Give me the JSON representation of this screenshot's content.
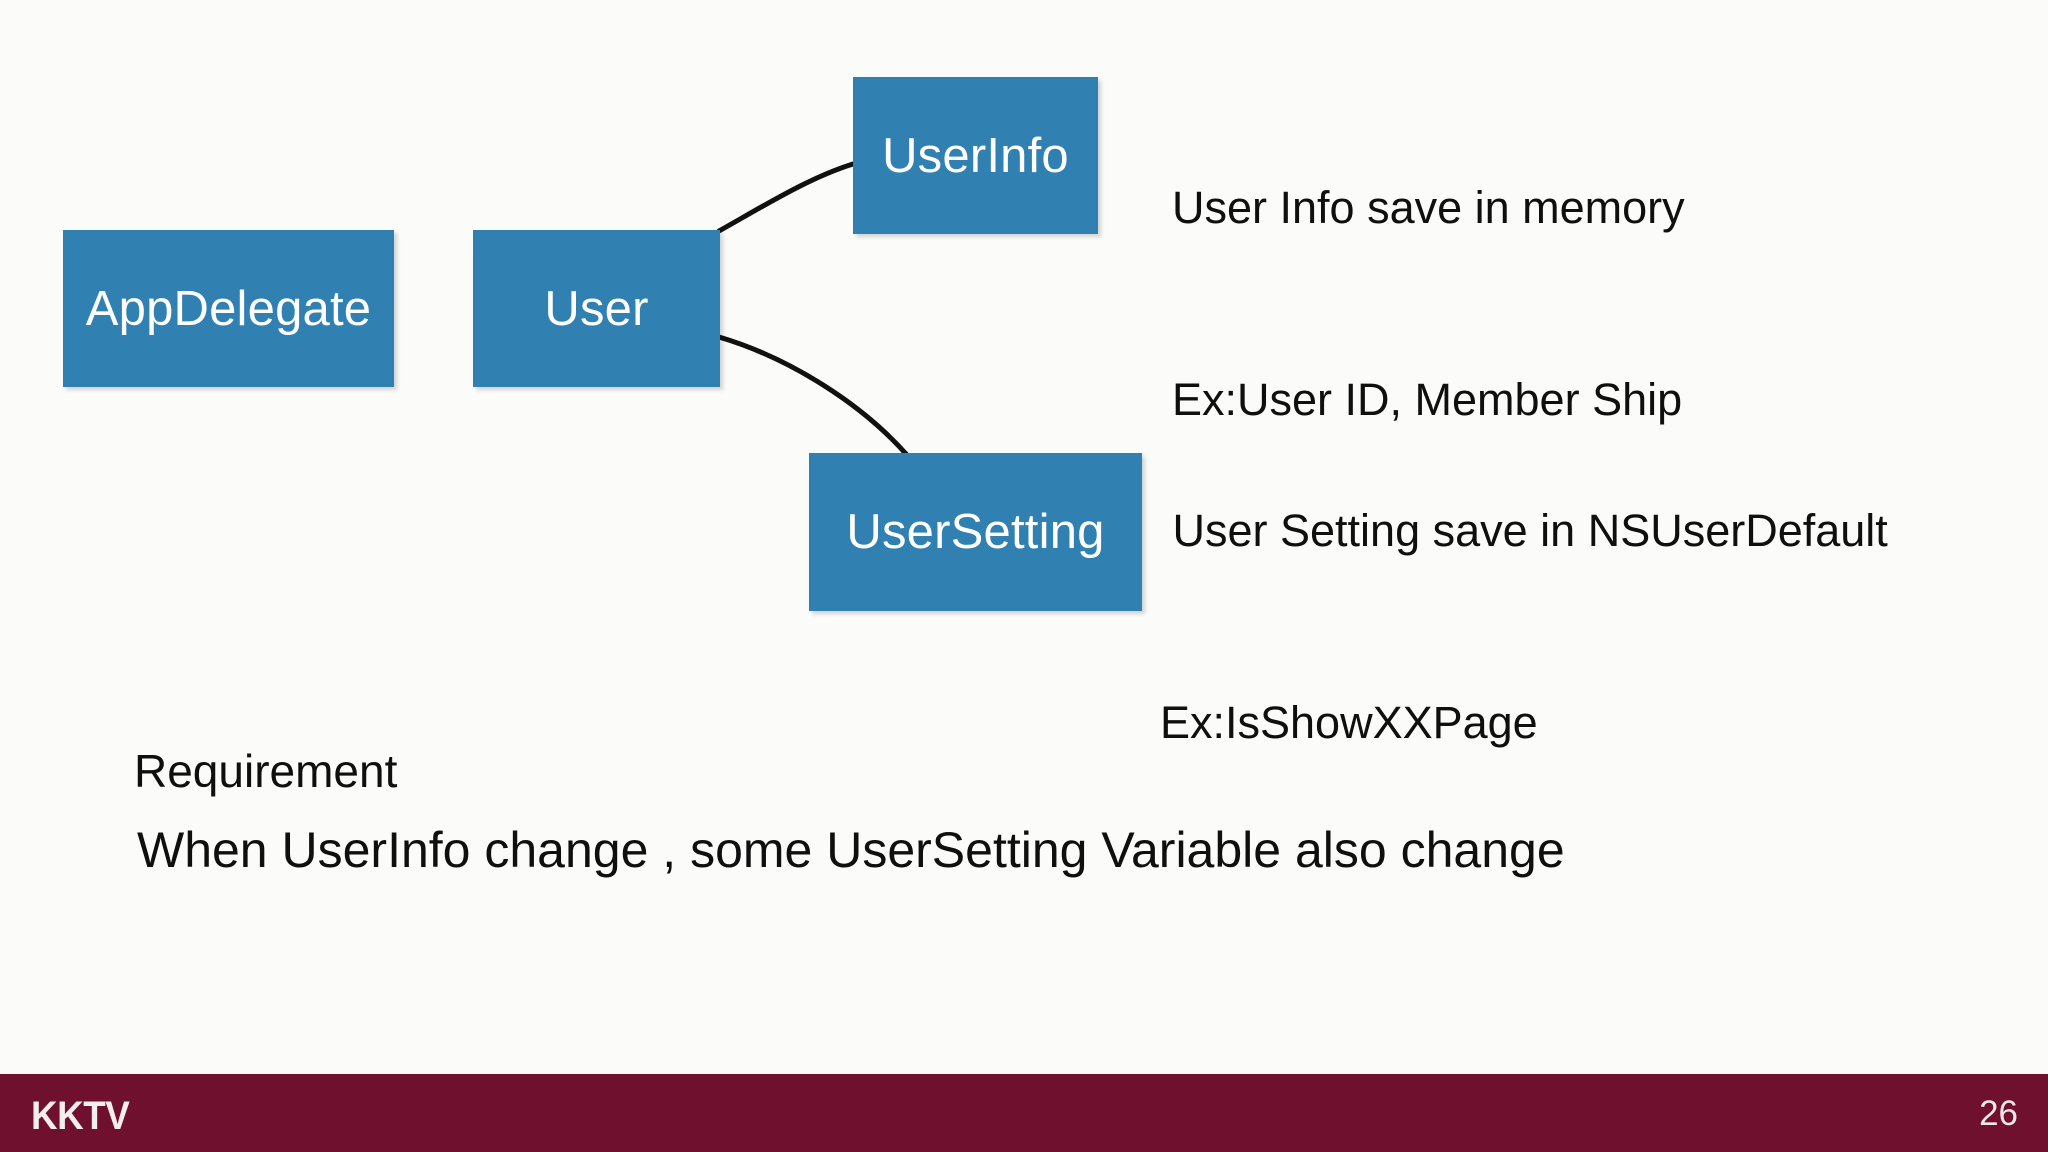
{
  "slide": {
    "background_color": "#fbfbfa",
    "page_number": "26"
  },
  "diagram": {
    "node_color": "#3180b2",
    "node_text_color": "#ffffff",
    "connector_color": "#111111",
    "nodes": [
      {
        "id": "appdelegate",
        "label": "AppDelegate"
      },
      {
        "id": "user",
        "label": "User"
      },
      {
        "id": "userinfo",
        "label": "UserInfo"
      },
      {
        "id": "usersetting",
        "label": "UserSetting"
      }
    ],
    "connectors": [
      {
        "from": "user",
        "to": "userinfo"
      },
      {
        "from": "user",
        "to": "usersetting"
      }
    ]
  },
  "annotations": {
    "userinfo": {
      "line1": "User Info save in memory",
      "line2": "Ex:User ID, Member Ship"
    },
    "usersetting": {
      "line1": " User Setting save in NSUserDefault",
      "line2": "Ex:IsShowXXPage"
    }
  },
  "body": {
    "requirement_heading": "Requirement",
    "requirement_statement": "When UserInfo change , some UserSetting Variable also change"
  },
  "footer": {
    "background_color": "#70102f",
    "brand": "KKTV",
    "page_number": "26"
  }
}
